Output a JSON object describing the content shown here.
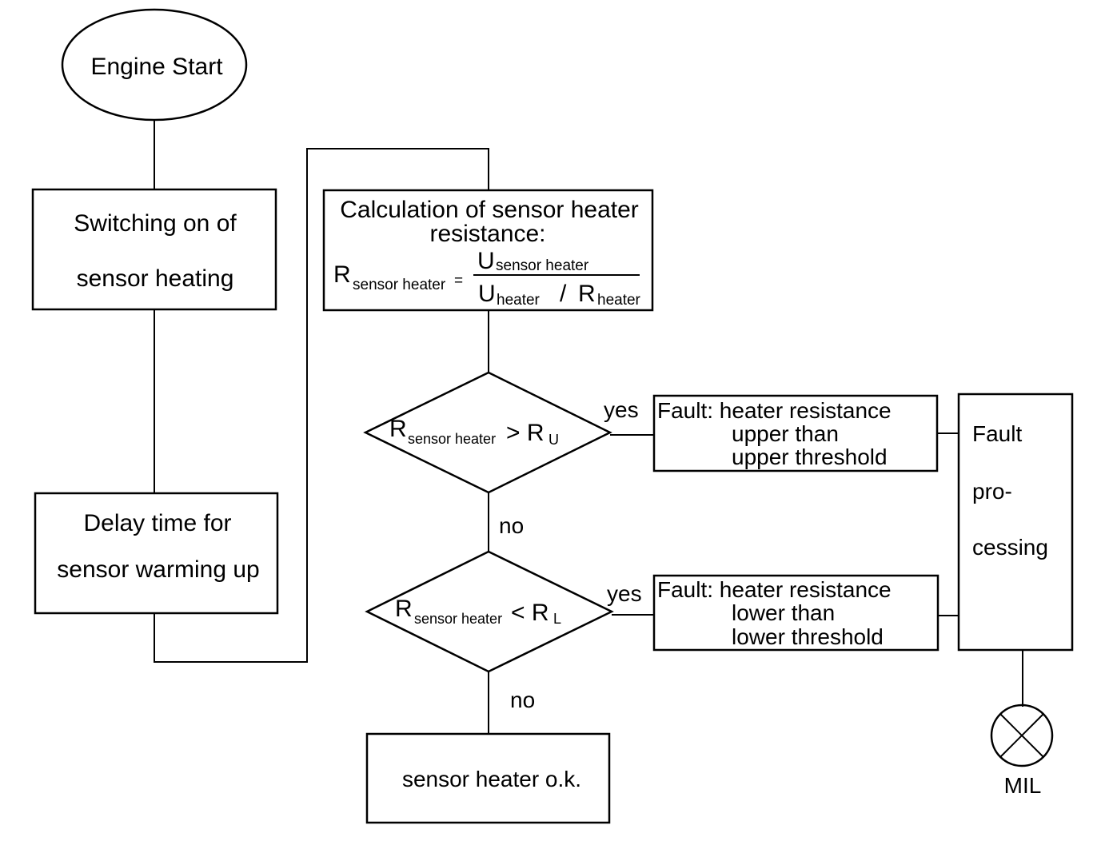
{
  "start": {
    "label": "Engine Start"
  },
  "switching": {
    "line1": "Switching on of",
    "line2": "sensor heating"
  },
  "delay": {
    "line1": "Delay time for",
    "line2": "sensor warming up"
  },
  "calculation": {
    "line1": "Calculation of sensor heater",
    "line2": "resistance:",
    "formula": {
      "lhs_symbol": "R",
      "lhs_sub": "sensor heater",
      "equals": "=",
      "numerator_symbol": "U",
      "numerator_sub": "sensor heater",
      "denominator_symbol1": "U",
      "denominator_sub1": "heater",
      "slash": "/",
      "denominator_symbol2": "R",
      "denominator_sub2": "heater"
    }
  },
  "decision_upper": {
    "symbol": "R",
    "sub": "sensor heater",
    "op": "> R",
    "threshold_sub": "U"
  },
  "decision_lower": {
    "symbol": "R",
    "sub": "sensor heater",
    "op": "< R",
    "threshold_sub": "L"
  },
  "branch_labels": {
    "yes_upper": "yes",
    "no_upper": "no",
    "yes_lower": "yes",
    "no_lower": "no"
  },
  "fault_upper": {
    "line1": "Fault: heater resistance",
    "line2": "upper than",
    "line3": "upper threshold"
  },
  "fault_lower": {
    "line1": "Fault: heater resistance",
    "line2": "lower than",
    "line3": "lower threshold"
  },
  "fault_processing": {
    "line1": "Fault",
    "line2": "pro-",
    "line3": "cessing"
  },
  "ok": {
    "label": "sensor heater o.k."
  },
  "mil": {
    "label": "MIL",
    "icon": "lamp-cross-icon"
  }
}
